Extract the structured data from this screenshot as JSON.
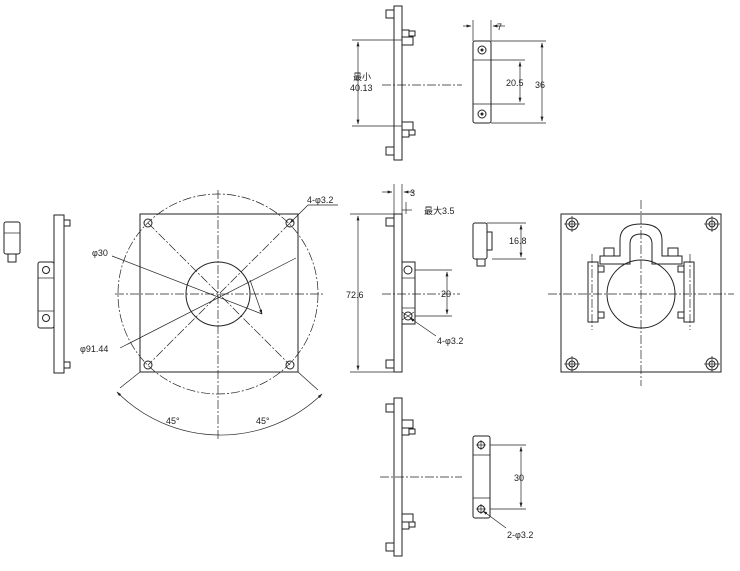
{
  "dimensions": {
    "min_prefix": "最小",
    "min_length": "40.13",
    "top_width": "7",
    "top_inner": "20.5",
    "top_outer": "36",
    "hole_4_phi32_top": "4-φ3.2",
    "phi30": "φ30",
    "phi9144": "φ91.44",
    "angle_left": "45°",
    "angle_right": "45°",
    "side_gap": "3",
    "side_max": "最大3.5",
    "side_height": "72.6",
    "side_pitch": "20",
    "hole_4_phi32_side": "4-φ3.2",
    "clip_height": "16.8",
    "bottom_pitch": "30",
    "hole_2_phi32": "2-φ3.2"
  }
}
